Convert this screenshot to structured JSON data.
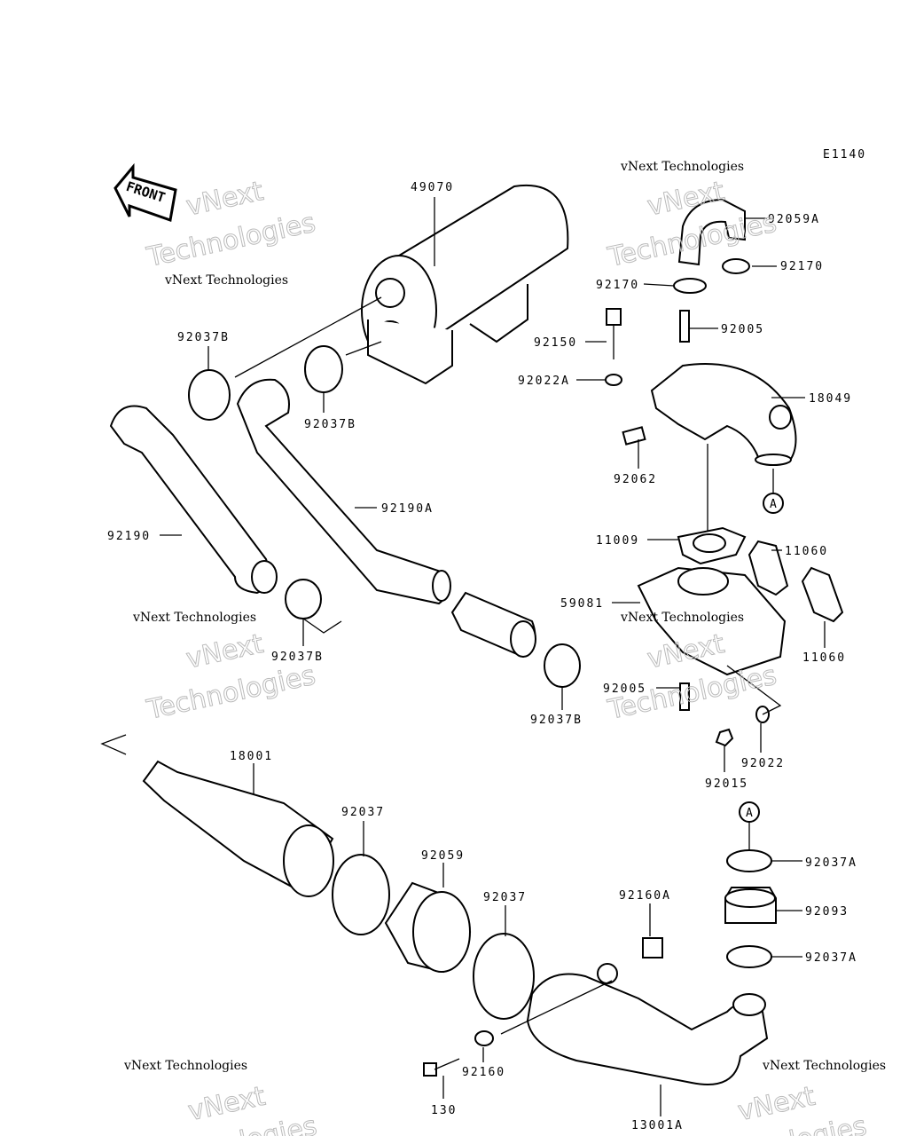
{
  "diagram": {
    "code": "E1140",
    "front_label": "FRONT",
    "watermark_brand": "vNext",
    "watermark_text": "vNext Technologies",
    "watermark_word": "Technologies",
    "labels": [
      "49070",
      "92059A",
      "92170",
      "92170",
      "92150",
      "92005",
      "92037B",
      "92022A",
      "18049",
      "92037B",
      "92062",
      "92190A",
      "92190",
      "11009",
      "11060",
      "59081",
      "92037B",
      "11060",
      "92005",
      "92037B",
      "92022",
      "18001",
      "92015",
      "92037",
      "92037A",
      "92059",
      "92037",
      "92160A",
      "92093",
      "92037A",
      "130",
      "92160",
      "13001A"
    ],
    "callout_marker": "A"
  }
}
